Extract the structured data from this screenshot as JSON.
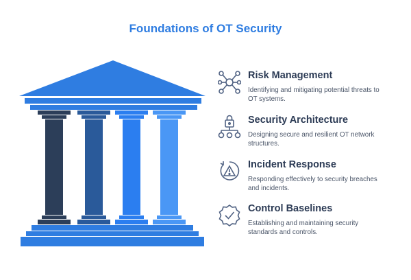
{
  "title": "Foundations of OT Security",
  "items": [
    {
      "heading": "Risk Management",
      "description": "Identifying and mitigating potential threats to OT systems.",
      "icon": "network-nodes-icon"
    },
    {
      "heading": "Security Architecture",
      "description": "Designing secure and resilient OT network structures.",
      "icon": "lock-hierarchy-icon"
    },
    {
      "heading": "Incident Response",
      "description": "Responding effectively to security breaches and incidents.",
      "icon": "alert-triangle-icon"
    },
    {
      "heading": "Control Baselines",
      "description": "Establishing and maintaining security standards and controls.",
      "icon": "badge-check-icon"
    }
  ],
  "colors": {
    "title": "#2f7de1",
    "roof": "#2f7de1",
    "base": "#2f7de1",
    "pillars": [
      "#2c3e59",
      "#2a5a9a",
      "#2b7ef0",
      "#4a97f5"
    ],
    "icon_stroke": "#4f6182"
  }
}
